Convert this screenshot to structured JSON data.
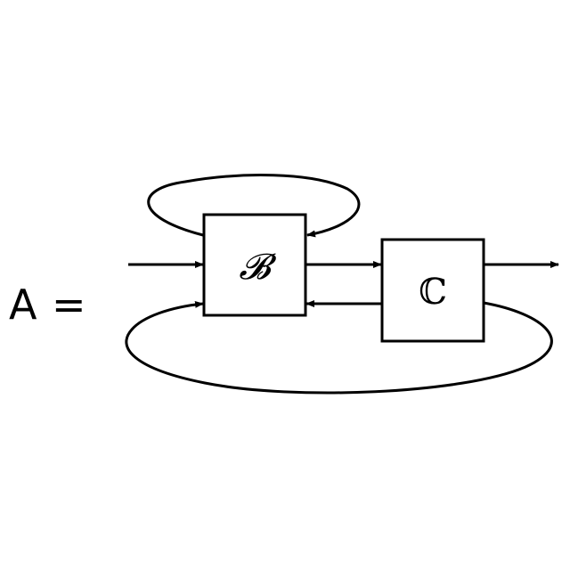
{
  "equation": {
    "lhs": "A",
    "equals": "="
  },
  "blocks": {
    "b": {
      "symbol": "𝓑"
    },
    "c": {
      "symbol": "ℂ"
    }
  },
  "colors": {
    "stroke": "#000000",
    "background": "#ffffff"
  }
}
